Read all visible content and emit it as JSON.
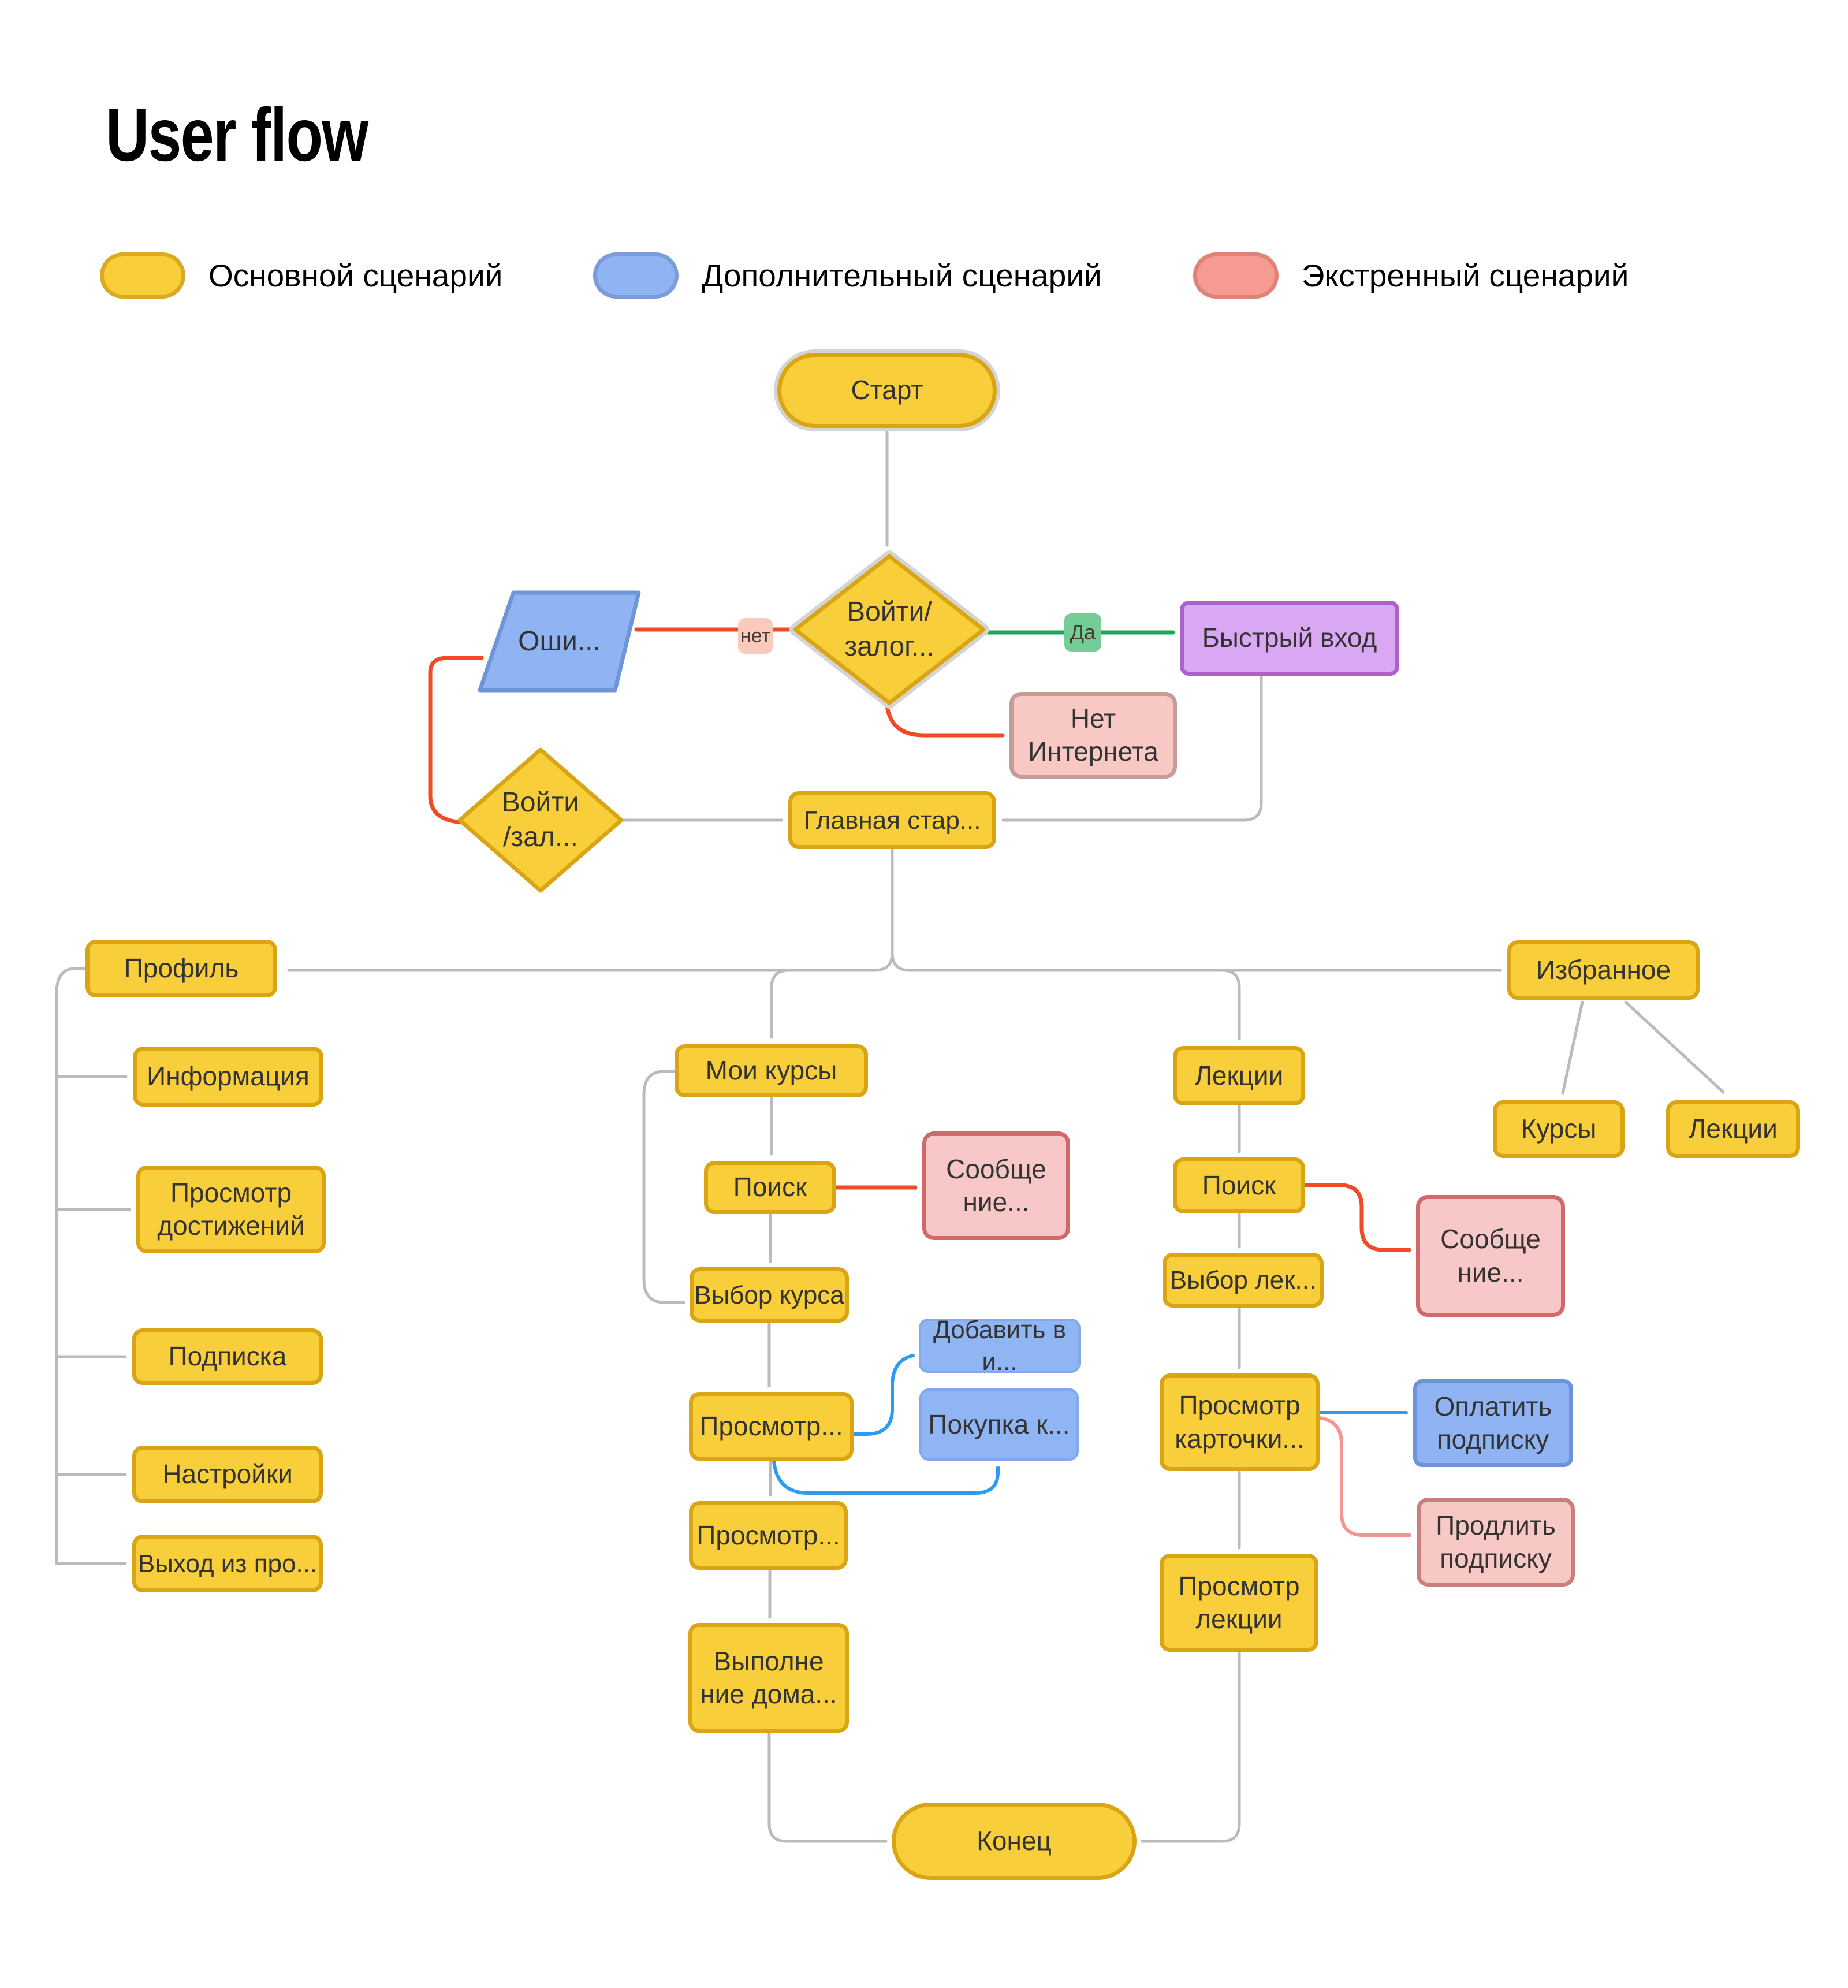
{
  "title": "User flow",
  "legend": {
    "items": [
      {
        "id": "main",
        "label": "Основной сценарий",
        "color": "#F8CE3B"
      },
      {
        "id": "additional",
        "label": "Дополнительный сценарий",
        "color": "#8FB3F3"
      },
      {
        "id": "emergency",
        "label": "Экстренный сценарий",
        "color": "#F79B92"
      }
    ]
  },
  "edge_labels": {
    "yes": "Да",
    "no": "нет"
  },
  "nodes": {
    "start": "Старт",
    "login_decision": "Войти/\nзалог...",
    "error": "Оши...",
    "quick_login": "Быстрый вход",
    "no_internet": "Нет\nИнтернета",
    "relogin_decision": "Войти\n/зал...",
    "main_page": "Главная стар...",
    "profile": "Профиль",
    "favorites": "Избранное",
    "info": "Информация",
    "achievements": "Просмотр\nдостижений",
    "subscription": "Подписка",
    "settings": "Настройки",
    "logout": "Выход из про...",
    "my_courses": "Мои курсы",
    "search_courses": "Поиск",
    "message_courses": "Сообще\nние...",
    "choose_course": "Выбор курса",
    "view_course_card": "Просмотр...",
    "add_to_favorites": "Добавить в и...",
    "buy_course": "Покупка к...",
    "view_course": "Просмотр...",
    "homework": "Выполне\nние дома...",
    "lectures": "Лекции",
    "search_lectures": "Поиск",
    "message_lectures": "Сообще\nние...",
    "choose_lecture": "Выбор лек...",
    "view_lecture_card": "Просмотр\nкарточки...",
    "pay_subscription": "Оплатить\nподписку",
    "extend_subscription": "Продлить\nподписку",
    "view_lecture": "Просмотр\nлекции",
    "fav_courses": "Курсы",
    "fav_lectures": "Лекции",
    "end": "Конец"
  },
  "colors": {
    "node_yellow_fill": "#F8CE3B",
    "node_yellow_border": "#D9A514",
    "node_blue_fill": "#8FB3F3",
    "node_blue_border": "#6D93D9",
    "node_pink_fill": "#F8C9C4",
    "node_pink_border": "#D06A6A",
    "node_purple_fill": "#D9A7F3",
    "node_purple_border": "#AB63C9",
    "edge_gray": "#BBBBBB",
    "edge_red": "#EF4B26",
    "edge_green": "#1FA45D",
    "edge_blue": "#2E9BF2",
    "edge_pink": "#F4968F",
    "chip_yes_bg": "#74CC96",
    "chip_no_bg": "#FBCABE",
    "text": "#333333"
  }
}
